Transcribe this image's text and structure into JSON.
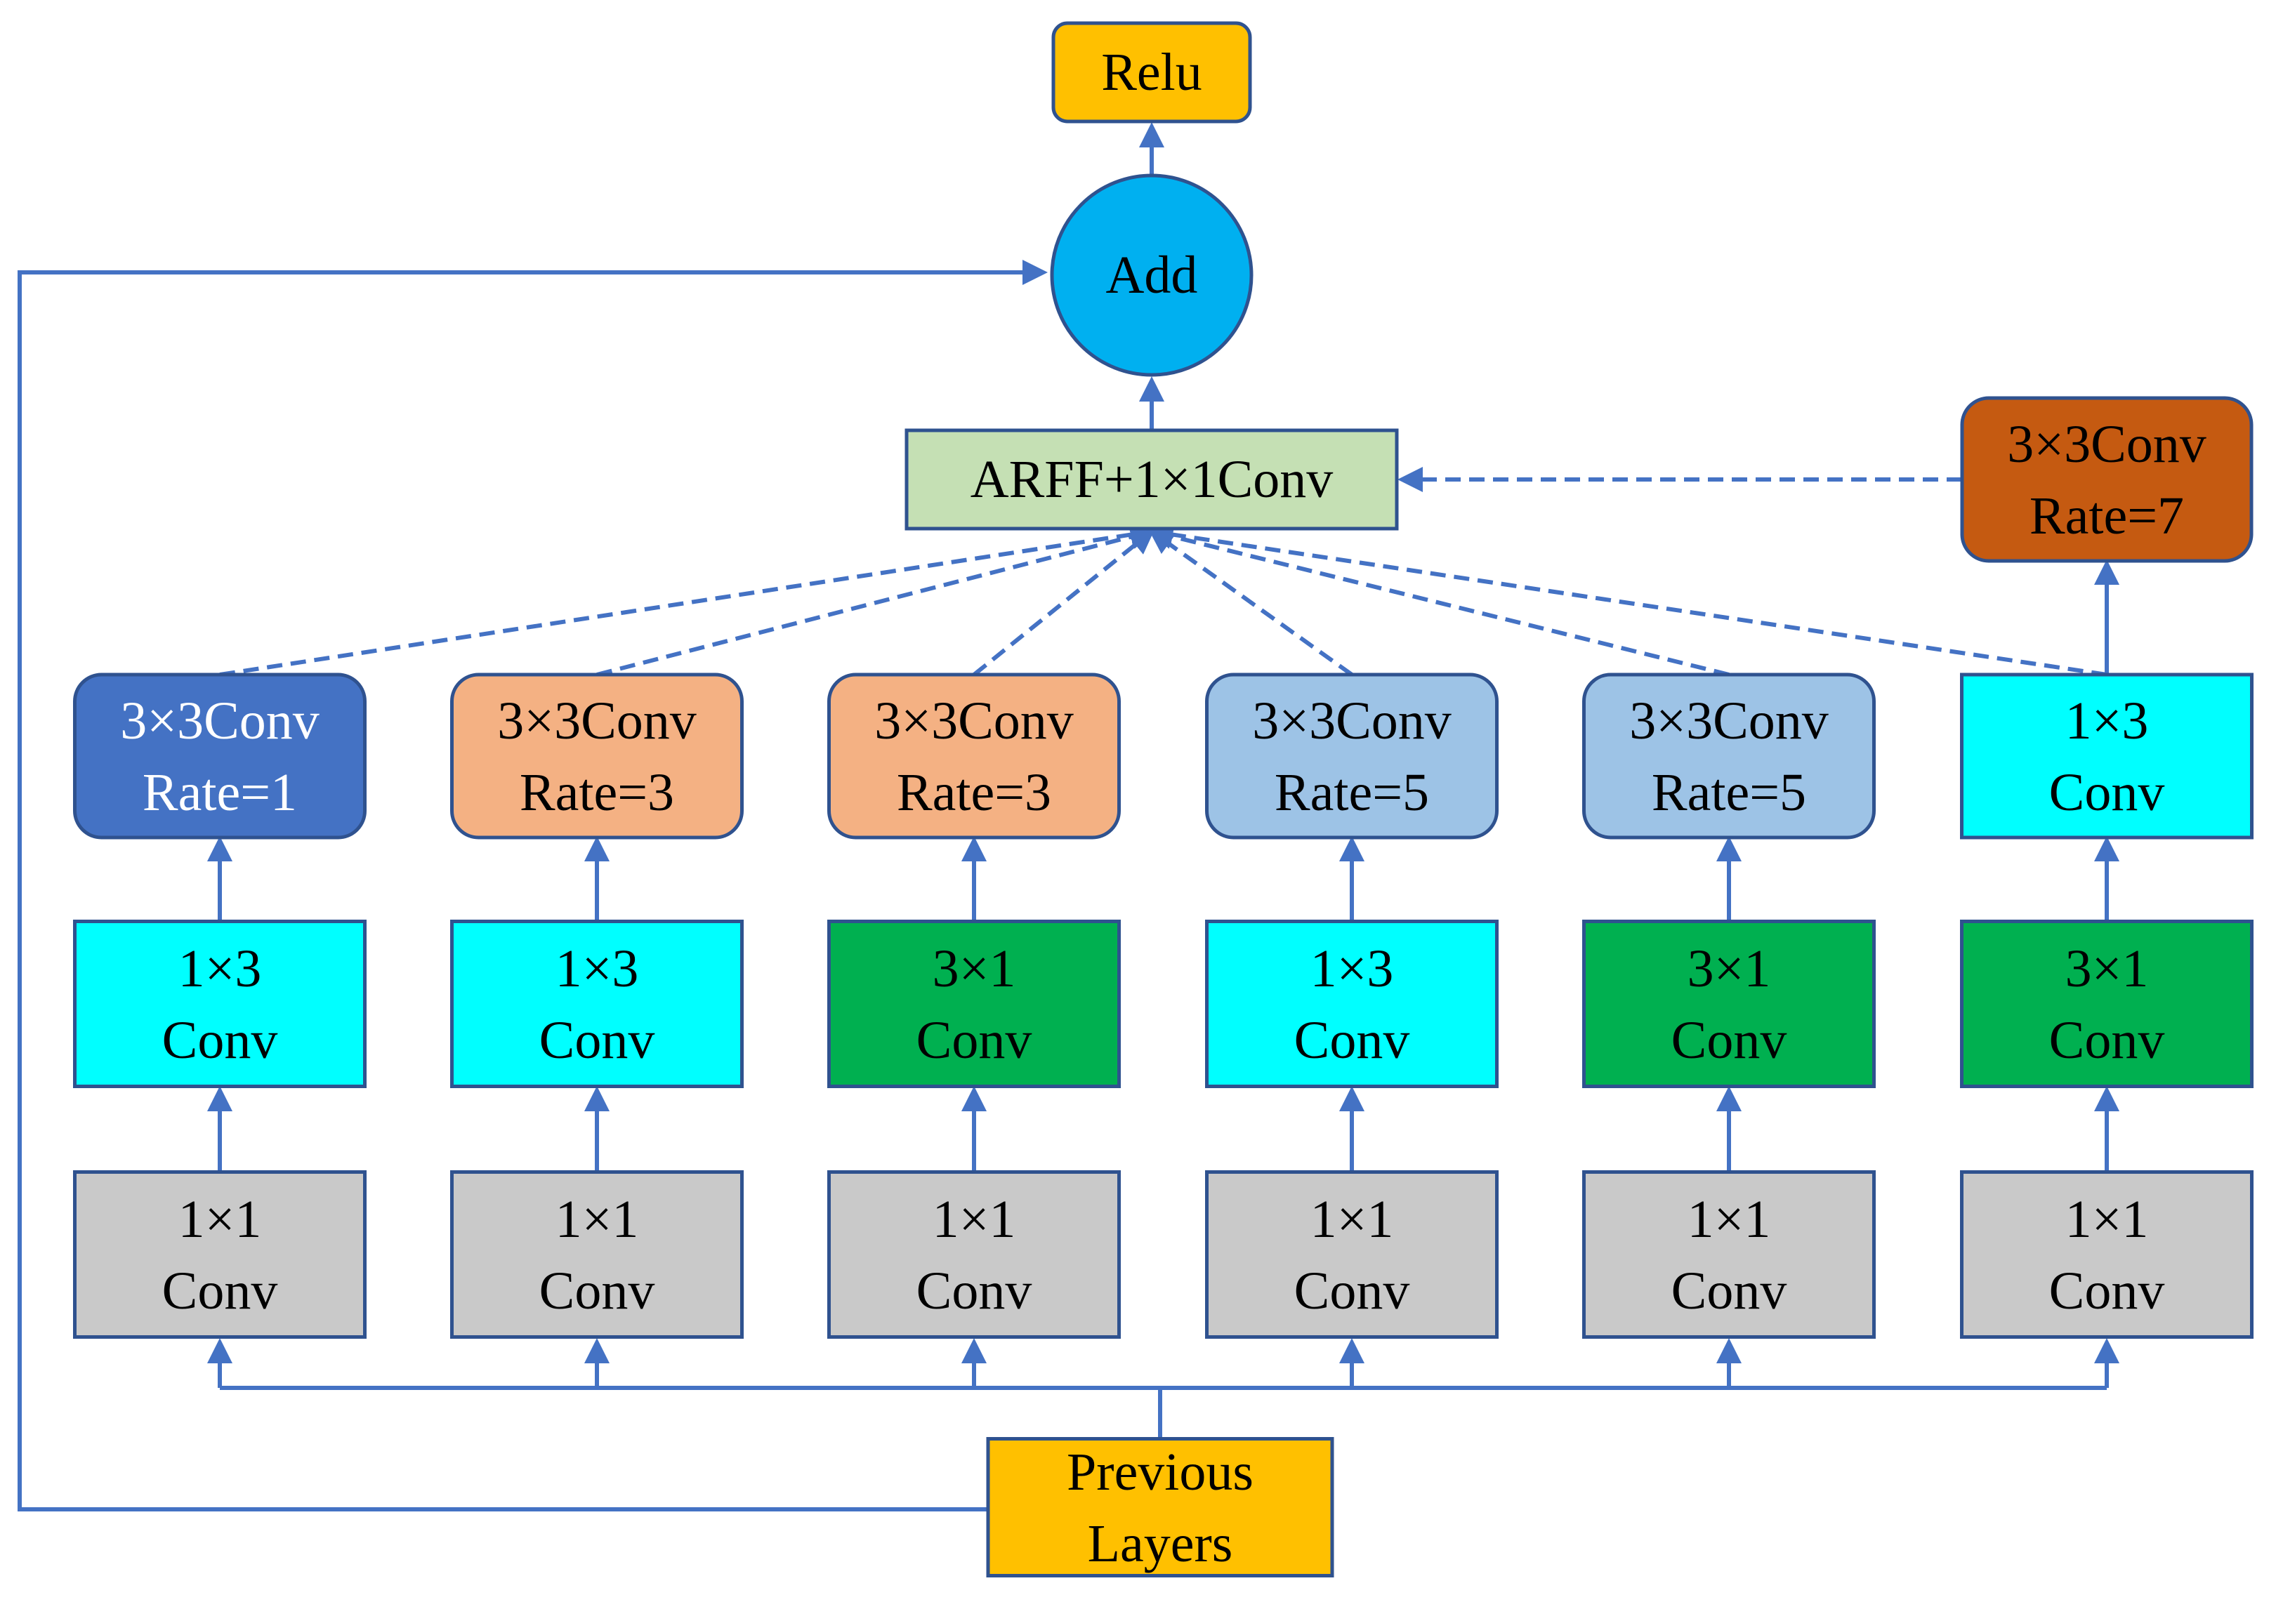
{
  "nodes": {
    "relu": {
      "label": "Relu",
      "color": "#FFC000"
    },
    "add": {
      "label": "Add",
      "color": "#00B0F0"
    },
    "arff": {
      "label": "ARFF+1×1Conv",
      "color": "#C5E0B4"
    },
    "rate7": {
      "line1": "3×3Conv",
      "line2": "Rate=7",
      "color": "#C55A11"
    },
    "previous": {
      "line1": "Previous",
      "line2": "Layers",
      "color": "#FFC000"
    },
    "columns": [
      {
        "top": {
          "line1": "3×3Conv",
          "line2": "Rate=1",
          "color": "#4472C4",
          "text_color": "#FFFFFF"
        },
        "middle": {
          "line1": "1×3",
          "line2": "Conv",
          "color": "#00FFFF"
        },
        "bottom": {
          "line1": "1×1",
          "line2": "Conv",
          "color": "#C9C9C9"
        }
      },
      {
        "top": {
          "line1": "3×3Conv",
          "line2": "Rate=3",
          "color": "#F4B183",
          "text_color": "#000000"
        },
        "middle": {
          "line1": "1×3",
          "line2": "Conv",
          "color": "#00FFFF"
        },
        "bottom": {
          "line1": "1×1",
          "line2": "Conv",
          "color": "#C9C9C9"
        }
      },
      {
        "top": {
          "line1": "3×3Conv",
          "line2": "Rate=3",
          "color": "#F4B183",
          "text_color": "#000000"
        },
        "middle": {
          "line1": "3×1",
          "line2": "Conv",
          "color": "#00B050"
        },
        "bottom": {
          "line1": "1×1",
          "line2": "Conv",
          "color": "#C9C9C9"
        }
      },
      {
        "top": {
          "line1": "3×3Conv",
          "line2": "Rate=5",
          "color": "#9DC3E6",
          "text_color": "#000000"
        },
        "middle": {
          "line1": "1×3",
          "line2": "Conv",
          "color": "#00FFFF"
        },
        "bottom": {
          "line1": "1×1",
          "line2": "Conv",
          "color": "#C9C9C9"
        }
      },
      {
        "top": {
          "line1": "3×3Conv",
          "line2": "Rate=5",
          "color": "#9DC3E6",
          "text_color": "#000000"
        },
        "middle": {
          "line1": "3×1",
          "line2": "Conv",
          "color": "#00B050"
        },
        "bottom": {
          "line1": "1×1",
          "line2": "Conv",
          "color": "#C9C9C9"
        }
      },
      {
        "top": {
          "line1": "1×3",
          "line2": "Conv",
          "color": "#00FFFF",
          "text_color": "#000000"
        },
        "middle": {
          "line1": "3×1",
          "line2": "Conv",
          "color": "#00B050"
        },
        "bottom": {
          "line1": "1×1",
          "line2": "Conv",
          "color": "#C9C9C9"
        }
      }
    ]
  },
  "colors": {
    "connector": "#4472C4",
    "node_border": "#2F528F"
  }
}
